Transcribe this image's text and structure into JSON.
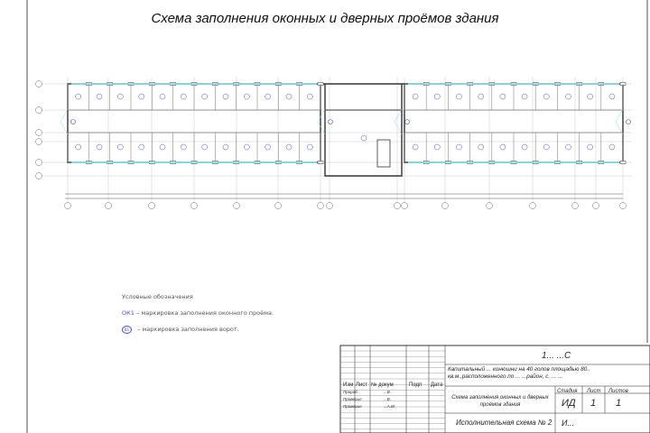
{
  "title": "Схема заполнения оконных и дверных проёмов здания",
  "legend": {
    "heading": "Условные обозначения",
    "items": [
      {
        "mark": "ОК1",
        "text": "– маркировка заполнения оконного проёма."
      },
      {
        "mark": "В1",
        "text": "– маркировка заполнения ворот."
      }
    ]
  },
  "title_block": {
    "code": "1... ...С",
    "project": "Капитальный ... конюшни на 40 голов площадью 80.. кв.м.,расположенного по ...",
    "project_line2": "...район, с. ... ...",
    "header_cols": [
      "Изм",
      "Лист",
      "№ докум",
      "Подп",
      "Дата"
    ],
    "roles": [
      {
        "role": "Прораб",
        "name": "...В."
      },
      {
        "role": "Проверил",
        "name": "...В."
      },
      {
        "role": "Проверил",
        "name": "...А.М."
      }
    ],
    "sheet_title": "Схема заполнения оконных и дверных проёмов здания",
    "stage_label": "Стадия",
    "sheet_label": "Лист",
    "sheets_label": "Листов",
    "stage": "ИД",
    "sheet": "1",
    "sheets": "1",
    "drawing_name": "Исполнительная схема № 2",
    "org": "И..."
  },
  "colors": {
    "window": "#7fe0e8",
    "marker": "#4a4ad0",
    "line": "#333333"
  }
}
